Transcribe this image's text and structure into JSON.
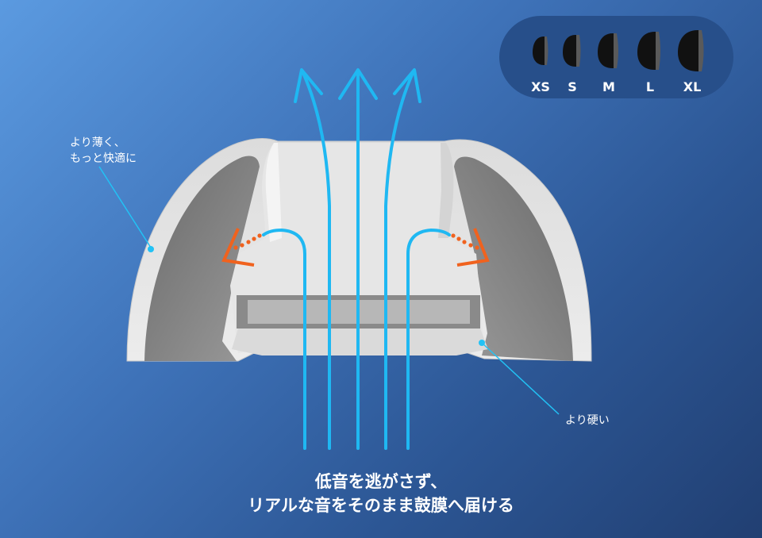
{
  "sizes": [
    "XS",
    "S",
    "M",
    "L",
    "XL"
  ],
  "callouts": {
    "thinner": [
      "より薄く、",
      "もっと快適に"
    ],
    "harder": "より硬い"
  },
  "caption": [
    "低音を逃がさず、",
    "リアルな音をそのまま鼓膜へ届ける"
  ],
  "colors": {
    "flow_arrow": "#1fb8f2",
    "flex_arrow": "#f0621e",
    "tip_body": "#e7e7e7",
    "tip_shadow": "#7a7a7a",
    "panel": "#274f8a"
  }
}
